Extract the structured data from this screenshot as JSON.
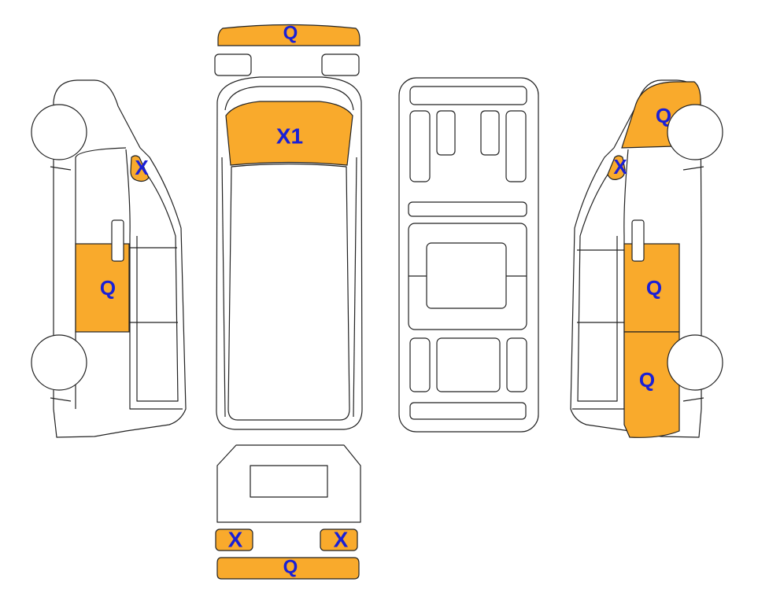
{
  "damage_color": "#F9AA2C",
  "label_color": "#1A20D6",
  "views": {
    "front": {
      "bumper": "Q",
      "headlight_left": "X",
      "headlight_right": "X"
    },
    "top": {
      "windshield": "X1"
    },
    "rear": {
      "bumper": "Q"
    },
    "left_side": {
      "mirror": "X",
      "door": "Q"
    },
    "right_side": {
      "front_fender": "Q",
      "mirror": "X",
      "door": "Q",
      "rear_panel": "Q"
    }
  }
}
